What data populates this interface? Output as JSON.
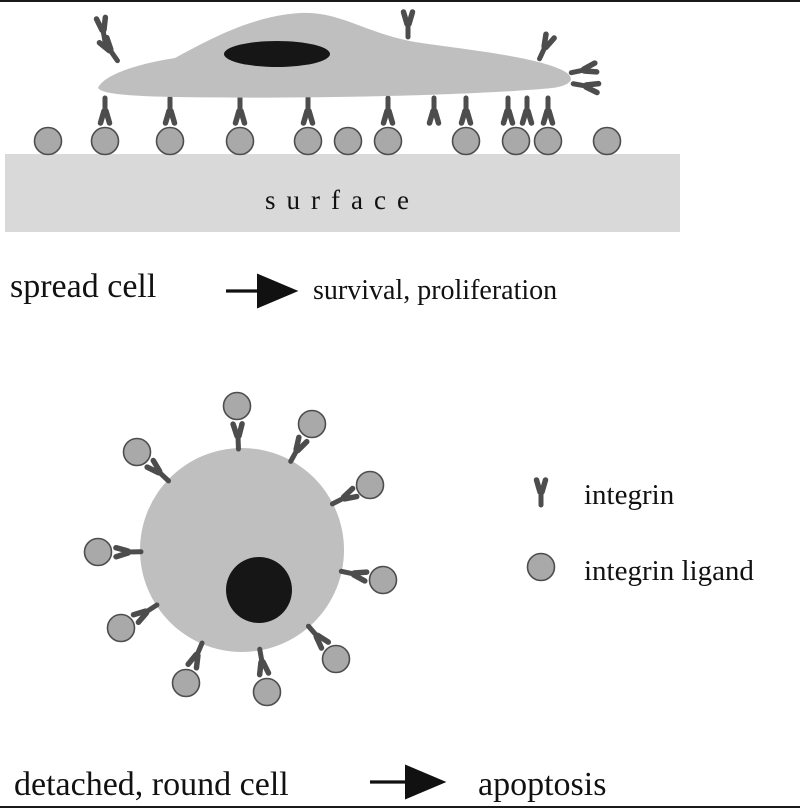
{
  "figure": {
    "surface_label": "surface",
    "spread_cell": {
      "label": "spread cell",
      "outcome": "survival, proliferation"
    },
    "detached_cell": {
      "label": "detached, round cell",
      "outcome": "apoptosis"
    },
    "legend": {
      "integrin_label": "integrin",
      "ligand_label": "integrin ligand"
    }
  },
  "colors": {
    "cell": "#bfbfbf",
    "nucleus": "#161616",
    "surface": "#d9d9d9",
    "ligand": "#a9a9a9",
    "integrin": "#4d4d4d",
    "text": "#111111",
    "arrow": "#111111",
    "background": "#ffffff"
  }
}
